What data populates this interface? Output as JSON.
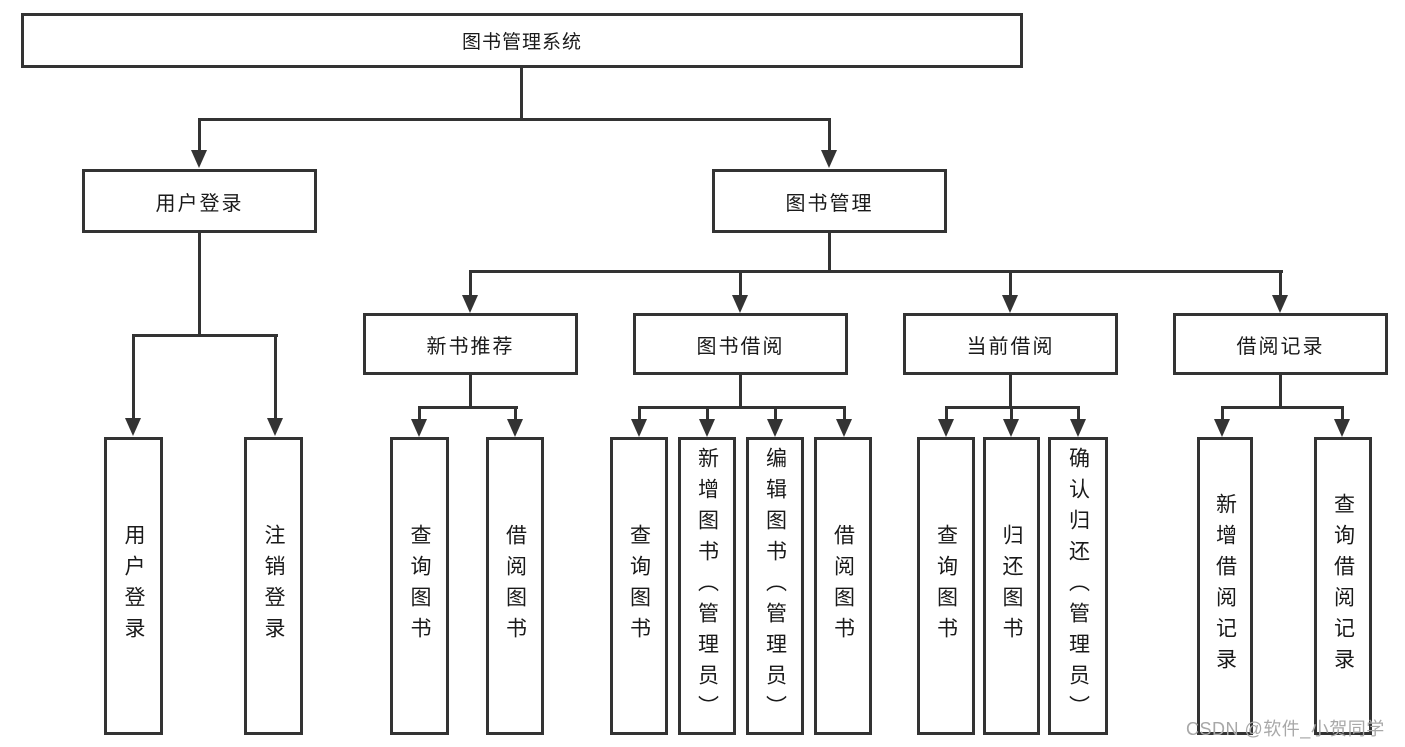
{
  "diagram": {
    "root": {
      "label": "图书管理系统"
    },
    "branches": [
      {
        "label": "用户登录",
        "children": [
          {
            "label": "用户登录"
          },
          {
            "label": "注销登录"
          }
        ]
      },
      {
        "label": "图书管理",
        "children": [
          {
            "label": "新书推荐",
            "children": [
              {
                "label": "查询图书"
              },
              {
                "label": "借阅图书"
              }
            ]
          },
          {
            "label": "图书借阅",
            "children": [
              {
                "label": "查询图书"
              },
              {
                "label": "新增图书（管理员）"
              },
              {
                "label": "编辑图书（管理员）"
              },
              {
                "label": "借阅图书"
              }
            ]
          },
          {
            "label": "当前借阅",
            "children": [
              {
                "label": "查询图书"
              },
              {
                "label": "归还图书"
              },
              {
                "label": "确认归还（管理员）"
              }
            ]
          },
          {
            "label": "借阅记录",
            "children": [
              {
                "label": "新增借阅记录"
              },
              {
                "label": "查询借阅记录"
              }
            ]
          }
        ]
      }
    ]
  },
  "watermark": {
    "text": "CSDN @软件_小贺同学"
  },
  "colors": {
    "line": "#333333",
    "box_background": "#ffffff",
    "text": "#1a1a1a",
    "watermark": "#a8a8a8",
    "page_background": "#ffffff"
  }
}
